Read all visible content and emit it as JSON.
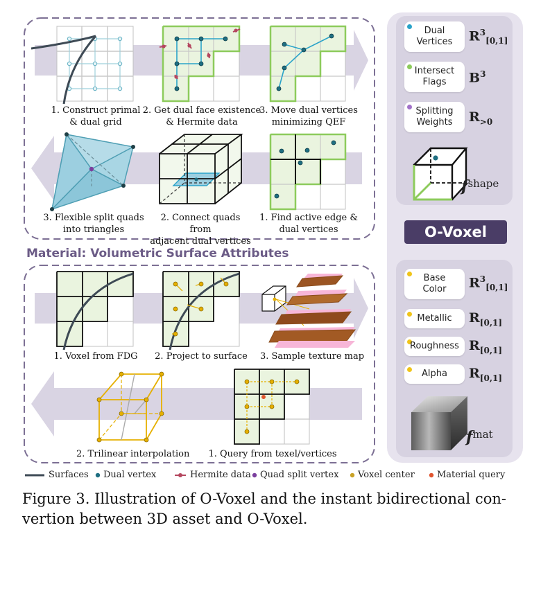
{
  "geometry_steps_top": [
    "1. Construct primal\n& dual grid",
    "2. Get dual face existence\n& Hermite data",
    "3. Move dual vertices\nminimizing QEF"
  ],
  "geometry_steps_bottom": [
    "3. Flexible split quads\ninto triangles",
    "2. Connect quads from\nadjacent dual vertices",
    "1. Find active edge &\ndual vertices"
  ],
  "material_title": "Material: Volumetric Surface Attributes",
  "material_steps_top": [
    "1. Voxel from FDG",
    "2. Project to surface",
    "3. Sample texture map"
  ],
  "material_steps_bottom": [
    "2. Trilinear interpolation",
    "1. Query from texel/vertices"
  ],
  "shape_attributes": [
    {
      "label": "Dual\nVertices",
      "symbol": "R",
      "sup": "3",
      "sub": "[0,1]",
      "dot_color": "#2aa3c9"
    },
    {
      "label": "Intersect\nFlags",
      "symbol": "B",
      "sup": "3",
      "sub": "",
      "dot_color": "#8dcb5c"
    },
    {
      "label": "Splitting\nWeights",
      "symbol": "R",
      "sup": "",
      "sub": ">0",
      "dot_color": "#a272c9"
    }
  ],
  "shape_feature": {
    "f": "f",
    "sup": "shape"
  },
  "center_label": "O-Voxel",
  "material_attributes": [
    {
      "label": "Base\nColor",
      "symbol": "R",
      "sup": "3",
      "sub": "[0,1]",
      "dot_color": "#f0c419"
    },
    {
      "label": "Metallic",
      "symbol": "R",
      "sup": "",
      "sub": "[0,1]",
      "dot_color": "#f0c419"
    },
    {
      "label": "Roughness",
      "symbol": "R",
      "sup": "",
      "sub": "[0,1]",
      "dot_color": "#f0c419"
    },
    {
      "label": "Alpha",
      "symbol": "R",
      "sup": "",
      "sub": "[0,1]",
      "dot_color": "#f0c419"
    }
  ],
  "material_feature": {
    "f": "f",
    "sup": "mat"
  },
  "legend": [
    {
      "label": "Surfaces",
      "marker": "line",
      "color": "#3e4a55"
    },
    {
      "label": "Dual vertex",
      "marker": "dot",
      "color": "#1f6f82"
    },
    {
      "label": "Hermite data",
      "marker": "hermite",
      "color": "#b5475f"
    },
    {
      "label": "Quad split vertex",
      "marker": "dot",
      "color": "#7b3f9e"
    },
    {
      "label": "Voxel center",
      "marker": "dot",
      "color": "#c9a227"
    },
    {
      "label": "Material query",
      "marker": "dot",
      "color": "#e0552f"
    }
  ],
  "caption": "Figure 3. Illustration of O-Voxel and the instant bidirectional con-\nvertion between 3D asset and O-Voxel.",
  "colors": {
    "arrow": "#d9d4e3",
    "panel": "#e7e3ee",
    "dash": "#7c6f94",
    "cell_fill": "#eaf4df",
    "cell_edge": "#8dcb5c",
    "dark": "#4a3d66"
  }
}
